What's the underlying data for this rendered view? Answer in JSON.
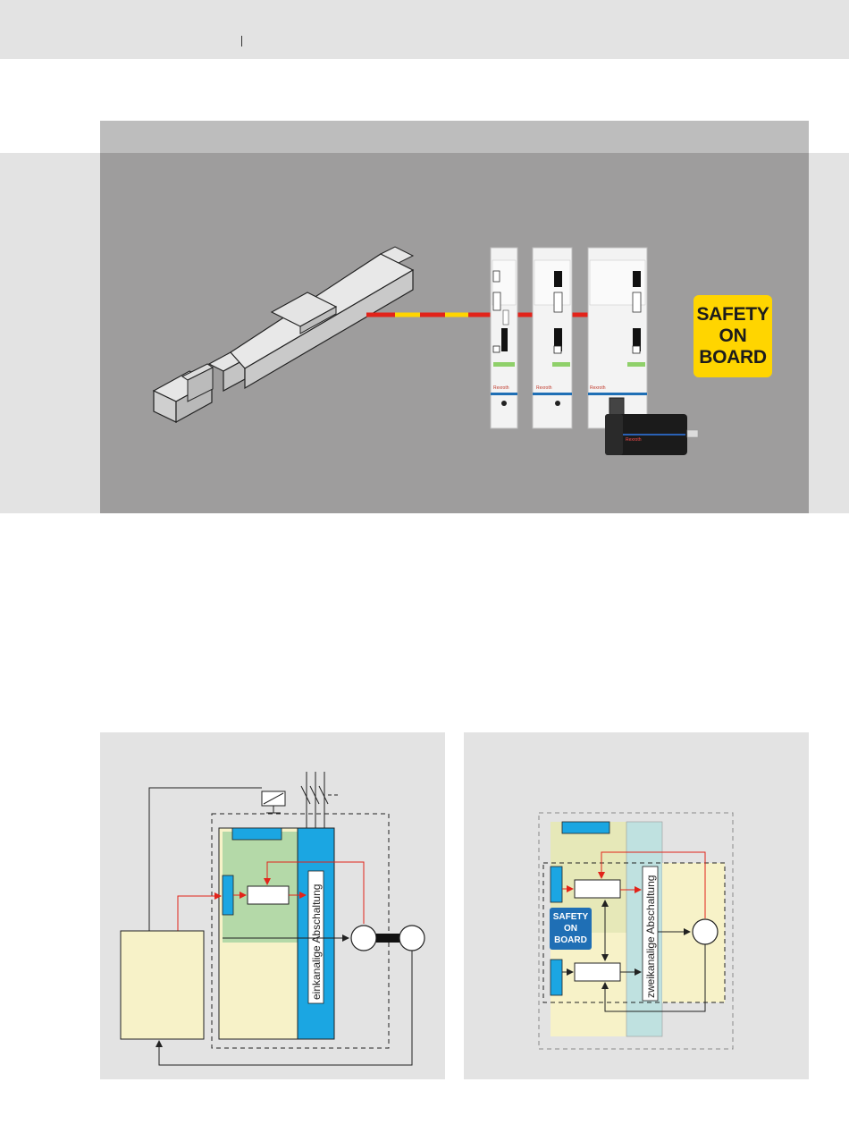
{
  "hero": {
    "badge": {
      "line1": "SAFETY",
      "line2": "ON",
      "line3": "BOARD"
    },
    "drive_brand": "Rexroth"
  },
  "left_diagram": {
    "vertical_label": "einkanalige Abschaltung"
  },
  "right_diagram": {
    "vertical_label": "zweikanalige Abschaltung",
    "badge": {
      "line1": "SAFETY",
      "line2": "ON",
      "line3": "BOARD"
    }
  },
  "colors": {
    "badge_yellow": "#ffd500",
    "signal_red": "#e2231a",
    "signal_yellow": "#ffd500",
    "blue": "#1ba6e2",
    "green": "#b4d9a8",
    "cream": "#f7f2c8",
    "teal": "#bfe1e0",
    "sob_blue": "#1f6fb5"
  }
}
